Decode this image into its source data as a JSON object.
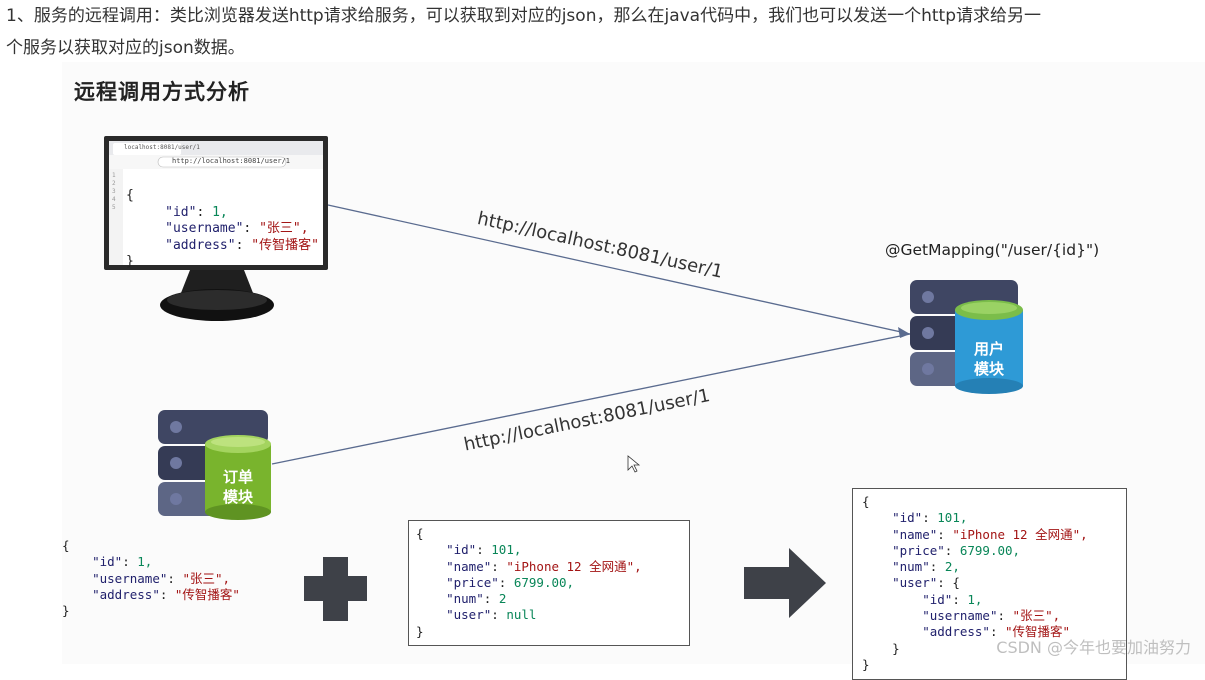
{
  "intro": {
    "line1": "1、服务的远程调用：类比浏览器发送http请求给服务，可以获取到对应的json，那么在java代码中，我们也可以发送一个http请求给另一",
    "line2": "个服务以获取对应的json数据。"
  },
  "slide": {
    "heading": "远程调用方式分析",
    "mapping": "@GetMapping(\"/user/{id}\")",
    "url_top": "http://localhost:8081/user/1",
    "url_bottom": "http://localhost:8081/user/1",
    "user_module": [
      "用户",
      "模块"
    ],
    "order_module": [
      "订单",
      "模块"
    ],
    "browser": {
      "address": "http://localhost:8081/user/1",
      "tab": "localhost:8081/user/1",
      "line_numbers": [
        "1",
        "2",
        "3",
        "4",
        "5"
      ],
      "json": {
        "open": "{",
        "id_key": "\"id\"",
        "id_val": "1,",
        "username_key": "\"username\"",
        "username_val": "\"张三\",",
        "address_key": "\"address\"",
        "address_val": "\"传智播客\"",
        "close": "}"
      }
    },
    "user_json": {
      "open": "{",
      "id_key": "\"id\"",
      "id_val": "1,",
      "username_key": "\"username\"",
      "username_val": "\"张三\",",
      "address_key": "\"address\"",
      "address_val": "\"传智播客\"",
      "close": "}"
    },
    "order_json": {
      "open": "{",
      "id_key": "\"id\"",
      "id_val": "101,",
      "name_key": "\"name\"",
      "name_val": "\"iPhone 12 全网通\",",
      "price_key": "\"price\"",
      "price_val": "6799.00,",
      "num_key": "\"num\"",
      "num_val": "2",
      "user_key": "\"user\"",
      "user_val": "null",
      "close": "}"
    },
    "result_json": {
      "open": "{",
      "id_key": "\"id\"",
      "id_val": "101,",
      "name_key": "\"name\"",
      "name_val": "\"iPhone 12 全网通\",",
      "price_key": "\"price\"",
      "price_val": "6799.00,",
      "num_key": "\"num\"",
      "num_val": "2,",
      "user_key": "\"user\"",
      "user_open": "{",
      "uid_key": "\"id\"",
      "uid_val": "1,",
      "username_key": "\"username\"",
      "username_val": "\"张三\",",
      "address_key": "\"address\"",
      "address_val": "\"传智播客\"",
      "user_close": "}",
      "close": "}"
    }
  },
  "watermark": "CSDN @今年也要加油努力",
  "colors": {
    "server_dark": "#3f4663",
    "server_light": "#5d6685",
    "user_cylinder": "#2e9ad6",
    "user_cylinder_top": "#7bbd4a",
    "order_cylinder": "#79b42d",
    "arrow": "#3e4148",
    "line": "#5a6b8f"
  },
  "icons": [
    "monitor-icon",
    "server-icon",
    "plus-icon",
    "right-arrow-icon",
    "cursor-icon"
  ]
}
